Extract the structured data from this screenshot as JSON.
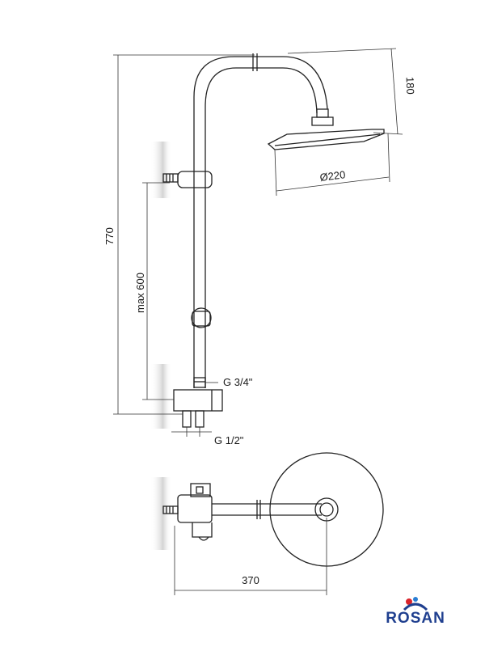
{
  "dimensions": {
    "total_height": "770",
    "max_height": "max 600",
    "head_height": "180",
    "head_diameter": "Ø220",
    "outlet_thread": "G 3/4\"",
    "inlet_thread": "G 1/2\"",
    "arm_reach": "370"
  },
  "brand": {
    "name": "ROSAN",
    "text_color": "#1f3f8f",
    "dot_colors": [
      "#d9242b",
      "#2a7fd4",
      "#1f3f8f"
    ]
  },
  "colors": {
    "line": "#222222",
    "dim_line": "#333333",
    "wall_shadow": "#d8d8d8"
  }
}
